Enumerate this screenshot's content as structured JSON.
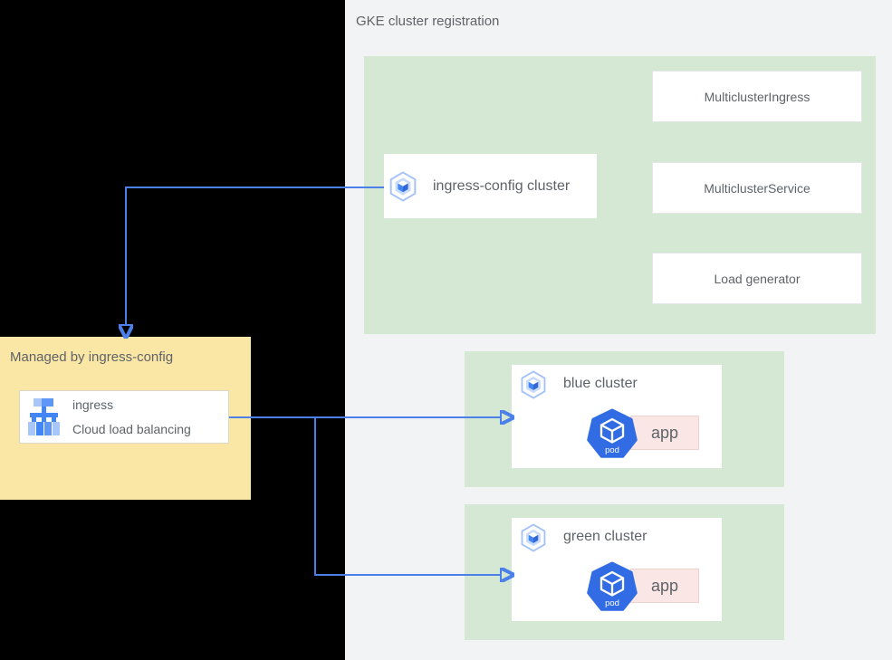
{
  "header": {
    "title": "GKE cluster registration"
  },
  "registration": {
    "cluster": {
      "label": "ingress-config cluster"
    },
    "resources": [
      "MulticlusterIngress",
      "MulticlusterService",
      "Load generator"
    ]
  },
  "managed": {
    "title": "Managed by ingress-config",
    "item": {
      "title": "ingress",
      "subtitle": "Cloud load balancing"
    }
  },
  "clusters": [
    {
      "name": "blue cluster",
      "pod": "pod",
      "app": "app"
    },
    {
      "name": "green cluster",
      "pod": "pod",
      "app": "app"
    }
  ],
  "icons": {
    "gke_cluster": "gke-cluster-icon",
    "load_balancer": "cloud-load-balancing-icon",
    "pod": "kubernetes-pod-icon"
  },
  "colors": {
    "background_black": "#000000",
    "background_gray": "#F1F3F4",
    "panel_green": "#D4E8D4",
    "managed_yellow": "#FAE6A5",
    "app_pink": "#FAE7E5",
    "arrow_blue": "#4A80E8",
    "kubernetes_blue": "#326CE5",
    "gcp_blue": "#4285F4",
    "text_gray": "#5F6368"
  }
}
